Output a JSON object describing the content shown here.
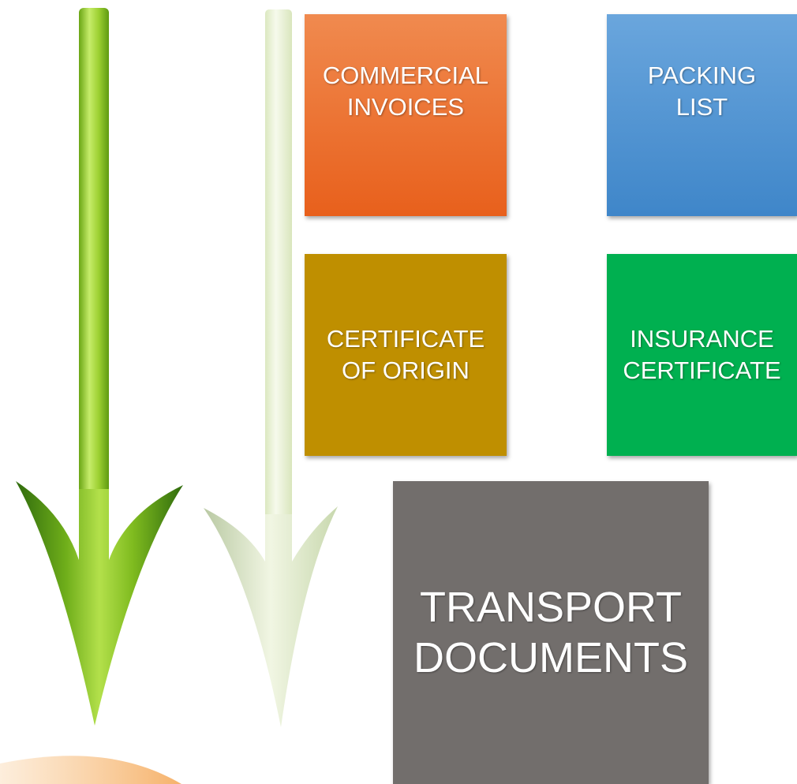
{
  "boxes": {
    "commercial_invoices": "COMMERCIAL\nINVOICES",
    "packing_list": "PACKING\nLIST",
    "certificate_of_origin": "CERTIFICATE\nOF ORIGIN",
    "insurance_certificate": "INSURANCE\nCERTIFICATE",
    "transport_documents": "TRANSPORT\nDOCUMENTS"
  },
  "colors": {
    "commercial_invoices": "#e8601c",
    "packing_list": "#4a8fd0",
    "certificate_of_origin": "#bf8f00",
    "insurance_certificate": "#00b050",
    "transport_documents": "#726e6c",
    "arrow_green": "#8dc21f",
    "arrow_faded": "#e6f0cf",
    "sweep_orange": "#f6b26b"
  },
  "icons": {
    "left_arrow": "down-arrow-icon",
    "right_arrow": "down-arrow-faded-icon"
  }
}
